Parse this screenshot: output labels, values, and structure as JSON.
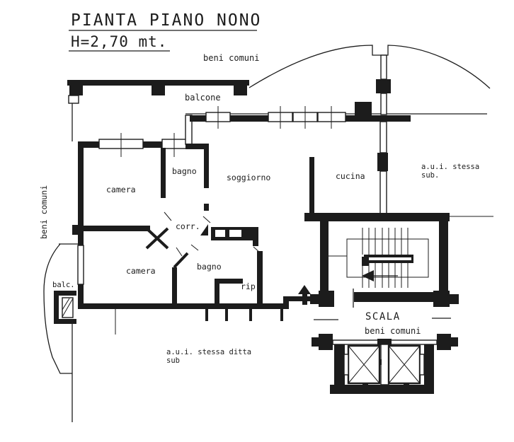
{
  "drawing": {
    "title": "PIANTA PIANO NONO",
    "height_note": "H=2,70 mt.",
    "labels": {
      "beni_comuni_top": "beni comuni",
      "balcone": "balcone",
      "beni_comuni_left": "beni comuni",
      "camera_top": "camera",
      "bagno_top": "bagno",
      "soggiorno": "soggiorno",
      "cucina": "cucina",
      "corr": "corr.",
      "camera_bottom": "camera",
      "bagno_bottom": "bagno",
      "rip": "rip.",
      "balc": "balc.",
      "aui_right_line1": "a.u.i. stessa",
      "aui_right_line2": "sub.",
      "aui_bottom_line1": "a.u.i. stessa ditta",
      "aui_bottom_line2": "sub",
      "scala": "SCALA",
      "beni_comuni_scala": "beni comuni"
    },
    "colors": {
      "ink": "#1c1c1c",
      "paper": "#ffffff"
    }
  }
}
